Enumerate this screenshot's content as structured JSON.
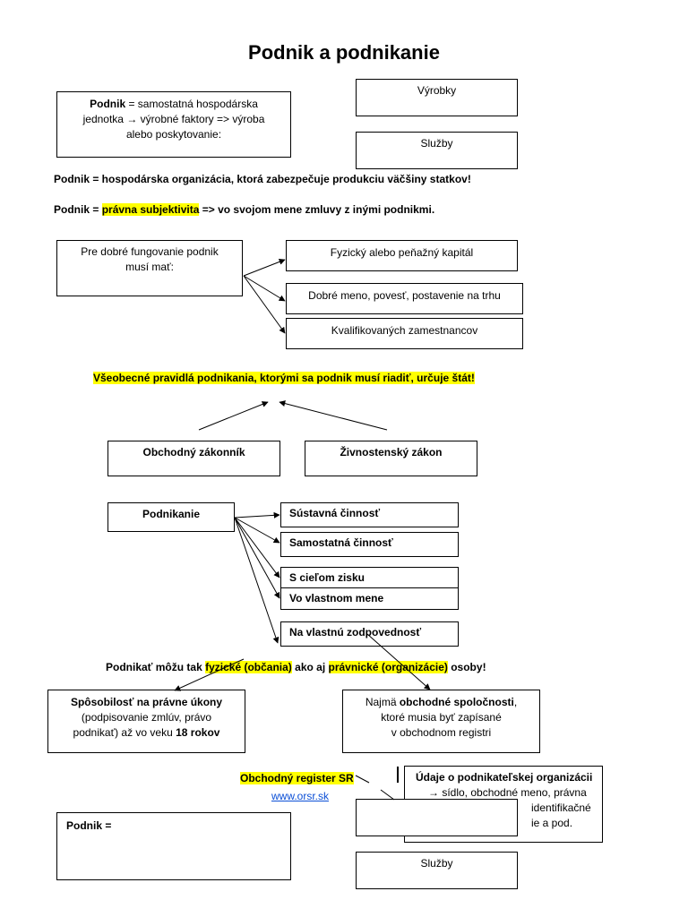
{
  "title": "Podnik a podnikanie",
  "def_box": {
    "bold": "Podnik",
    "rest1": " = samostatná hospodárska",
    "line2": "jednotka → výrobné faktory => výroba",
    "line3": "alebo poskytovanie:"
  },
  "box_vyrobky": "Výrobky",
  "box_sluzby": "Služby",
  "line_podnik_org": "Podnik = hospodárska organizácia, ktorá zabezpečuje produkciu väčšiny statkov!",
  "line_subjekt": {
    "pre": "Podnik = ",
    "hl": "právna subjektivita",
    "post": " => vo svojom mene zmluvy z inými podnikmi."
  },
  "fung_box": {
    "line1": "Pre dobré fungovanie podnik",
    "line2": "musí mať:"
  },
  "fung_items": [
    "Fyzický alebo peňažný kapitál",
    "Dobré meno, povesť, postavenie na trhu",
    "Kvalifikovaných zamestnancov"
  ],
  "pravidla": "Všeobecné pravidlá podnikania, ktorými sa podnik musí riadiť, určuje štát!",
  "zakony": [
    "Obchodný zákonník",
    "Živnostenský zákon"
  ],
  "podnikanie_box": "Podnikanie",
  "podnikanie_items": [
    "Sústavná činnosť",
    "Samostatná činnosť",
    "S cieľom zisku",
    "Vo vlastnom mene",
    "Na vlastnú zodpovednosť"
  ],
  "osoby_line": {
    "pre": "Podnikať môžu tak ",
    "hl1": "fyzické (občania)",
    "mid": " ako aj ",
    "hl2": "právnické (organizácie)",
    "post": " osoby!"
  },
  "sposobilost": {
    "bold1": "Spôsobilosť na právne úkony",
    "line2": "(podpisovanie zmlúv, právo",
    "line3pre": "podnikať) až vo veku ",
    "line3bold": "18 rokov"
  },
  "najma": {
    "pre": "Najmä ",
    "bold": "obchodné spoločnosti",
    "post": ",",
    "line2": "ktoré musia byť zapísané",
    "line3": "v obchodnom registri"
  },
  "register": "Obchodný register SR",
  "register_url": "www.orsr.sk",
  "udaje": {
    "bold": "Údaje o podnikateľskej organizácii",
    "line2": "→ sídlo, obchodné meno, právna",
    "line3": "identifikačné",
    "line4": "ie a pod."
  },
  "podnik_blank": "Podnik =",
  "box_sluzby_2": "Služby"
}
